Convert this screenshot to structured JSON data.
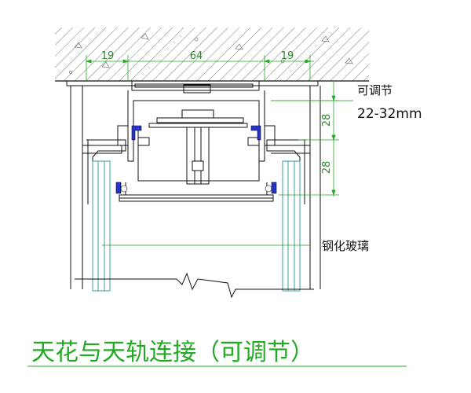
{
  "diagram": {
    "title": "天花与天轨连接（可调节）",
    "dimensions": {
      "top_left": "19",
      "top_middle": "64",
      "top_right": "19",
      "right_upper": "28",
      "right_lower": "28"
    },
    "labels": {
      "adjustable": "可调节",
      "adjust_range": "22-32mm",
      "glass": "钢化玻璃"
    },
    "colors": {
      "line": "#1a1a1a",
      "dimension": "#22aa22",
      "seal": "#2233cc",
      "glass": "#3aa0a0"
    }
  }
}
